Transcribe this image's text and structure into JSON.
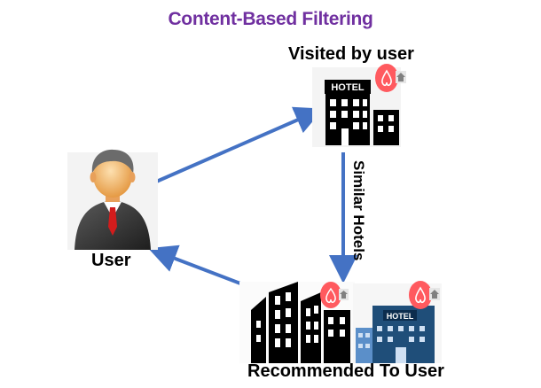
{
  "diagram": {
    "title": "Content-Based Filtering",
    "nodes": {
      "visited": "Visited by user",
      "user": "User",
      "recommended": "Recommended To User"
    },
    "edges": {
      "similar": "Similar Hotels"
    },
    "hotel_sign": "HOTEL",
    "colors": {
      "title": "#7030a0",
      "arrow": "#4472c4",
      "badge": "#ff5a5f",
      "building_dark": "#000000",
      "building_blue": "#1f4e79"
    },
    "icons": [
      "user-icon",
      "hotel-icon",
      "airbnb-badge-icon",
      "building-icon"
    ]
  }
}
